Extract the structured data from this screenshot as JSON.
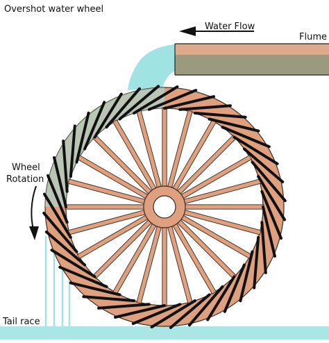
{
  "labels": {
    "title": "Overshot water wheel",
    "water_flow": "Water Flow",
    "flume": "Flume",
    "wheel_rotation_line1": "Wheel",
    "wheel_rotation_line2": "Rotation",
    "tail_race": "Tail race"
  },
  "wheel": {
    "spoke_count": 24,
    "bucket_count": 40,
    "filled_bucket_count": 10
  },
  "colors": {
    "wood": "#dea07f",
    "wood_outline": "#3a2a20",
    "bucket": "#111111",
    "water": "#9fe3e3",
    "flume_top": "#deaa8c",
    "flume_bottom": "#999a7e",
    "tail_race": "#aae6e6",
    "arrow": "#111111"
  }
}
